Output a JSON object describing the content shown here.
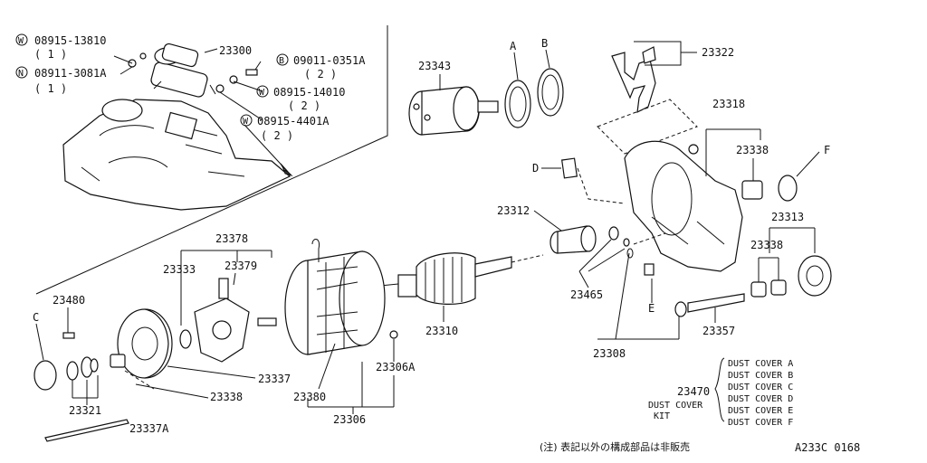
{
  "engine_inset": {
    "bolt_w_1381": "08915-13810",
    "qty_1381": "( 1 )",
    "nut_n_3081": "08911-3081A",
    "qty_3081": "( 1 )",
    "starter_assy": "23300",
    "bolt_b_0351": "09011-0351A",
    "qty_0351": "( 2 )",
    "washer_w_1401": "08915-14010",
    "qty_1401": "( 2 )",
    "washer_w_4401": "08915-4401A",
    "qty_4401": "( 2 )",
    "mark_w": "W",
    "mark_n": "N",
    "mark_b": "B"
  },
  "parts": {
    "solenoid": "23343",
    "gasket_a": "A",
    "gasket_b": "B",
    "shift_lever": "23322",
    "gear_case": "23318",
    "bushing_top": "23338",
    "dust_cover_f": "F",
    "dust_cover_d": "D",
    "pinion": "23312",
    "armature": "23310",
    "clutch_gear": "23313",
    "bushing_right": "23338",
    "washer_set": "23465",
    "dust_cover_e": "E",
    "shaft": "23357",
    "stop_ring": "23308",
    "brush_holder": "23378",
    "holder_left": "23333",
    "spring": "23379",
    "screw_480": "23480",
    "dust_cover_c": "C",
    "brush_pos": "23337",
    "end_bushing": "23338",
    "field_coil": "23380",
    "yoke_screw": "23306A",
    "yoke_assy": "23306",
    "washers": "23321",
    "through_bolt": "23337A"
  },
  "kit": {
    "code": "23470",
    "label_line1": "DUST COVER",
    "label_line2": "KIT",
    "items": [
      "DUST COVER A",
      "DUST COVER B",
      "DUST COVER C",
      "DUST COVER D",
      "DUST COVER E",
      "DUST COVER F"
    ]
  },
  "footer": {
    "note": "(注) 表記以外の構成部品は非販売",
    "figure_code": "A233C 0168"
  }
}
